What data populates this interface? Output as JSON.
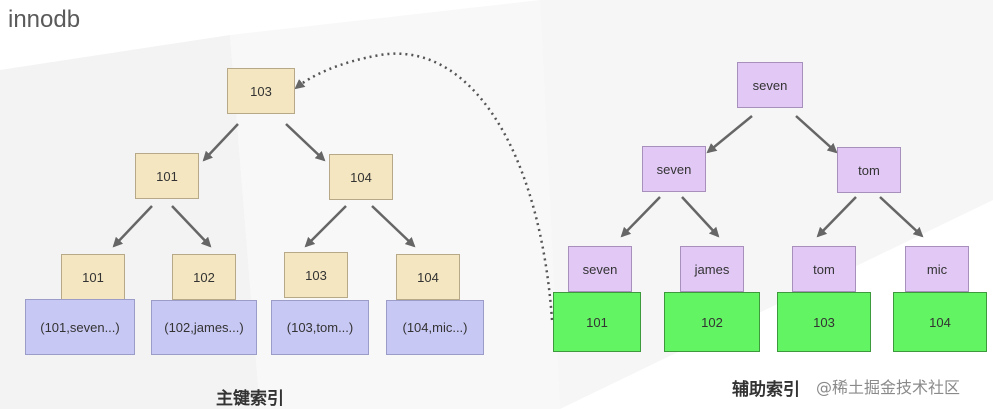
{
  "title": "innodb",
  "primary_index": {
    "caption": "主键索引",
    "root": "103",
    "level2": [
      "101",
      "104"
    ],
    "level3": [
      "101",
      "102",
      "103",
      "104"
    ],
    "rows": [
      "(101,seven...)",
      "(102,james...)",
      "(103,tom...)",
      "(104,mic...)"
    ]
  },
  "secondary_index": {
    "caption": "辅助索引",
    "root": "seven",
    "level2": [
      "seven",
      "tom"
    ],
    "level3": [
      "seven",
      "james",
      "tom",
      "mic"
    ],
    "row_ids": [
      "101",
      "102",
      "103",
      "104"
    ]
  },
  "watermark": "@稀土掘金技术社区",
  "colors": {
    "pk_node": "#f4e6c0",
    "pk_row": "#c8c8f4",
    "sec_node": "#e1c8f5",
    "sec_row": "#62f462",
    "arrow": "#666666"
  }
}
